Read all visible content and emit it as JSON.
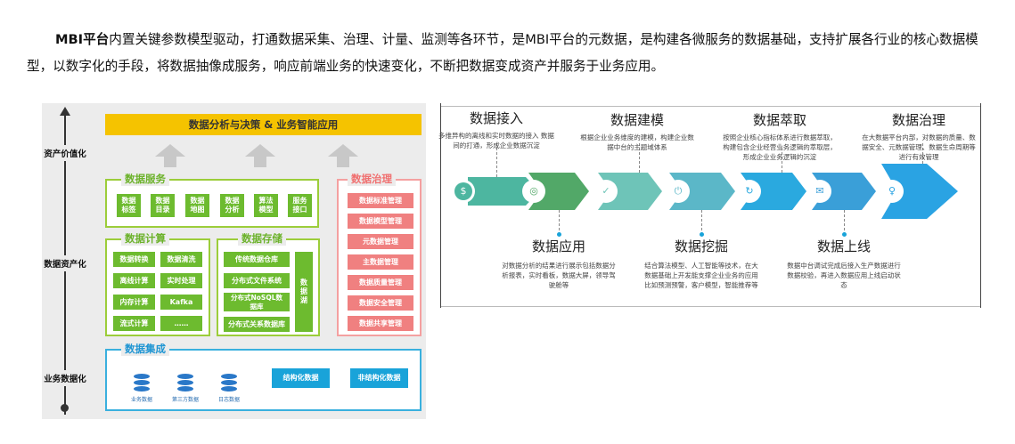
{
  "intro": {
    "bold": "MBI平台",
    "text": "内置关键参数模型驱动，打通数据采集、治理、计量、监测等各环节，是MBI平台的元数据，是构建各微服务的数据基础，支持扩展各行业的核心数据模型，以数字化的手段，将数据抽像成服务，响应前端业务的快速变化，不断把数据变成资产并服务于业务应用。"
  },
  "left": {
    "axis": [
      "资产价值化",
      "数据资产化",
      "业务数据化"
    ],
    "top_bar": "数据分析与决策 & 业务智能应用",
    "services": {
      "title": "数据服务",
      "items": [
        "数据\n标签",
        "数据\n目录",
        "数据\n地图",
        "数据\n分析",
        "算法\n模型",
        "服务\n接口"
      ]
    },
    "compute": {
      "title": "数据计算",
      "items": [
        "数据转换",
        "数据清洗",
        "离线计算",
        "实时处理",
        "内存计算",
        "Kafka",
        "流式计算",
        "……"
      ]
    },
    "storage": {
      "title": "数据存储",
      "items": [
        "传统数据仓库",
        "分布式文件系统",
        "分布式NoSQL数\n据库",
        "分布式关系数据库"
      ],
      "lake": "数\n据\n湖"
    },
    "governance": {
      "title": "数据治理",
      "items": [
        "数据标准管理",
        "数据模型管理",
        "元数据管理",
        "主数据管理",
        "数据质量管理",
        "数据安全管理",
        "数据共享管理"
      ]
    },
    "integration": {
      "title": "数据集成",
      "sources": [
        "业务数据",
        "第三方数据",
        "日志数据"
      ],
      "types": [
        "结构化数据",
        "非结构化数据"
      ]
    }
  },
  "right": {
    "colors": [
      "#4db6a0",
      "#52a868",
      "#6ec4b8",
      "#5bb7c8",
      "#2aa9df",
      "#3a9fd8",
      "#2aa3e3"
    ],
    "icons": [
      "dollar-icon",
      "target-icon",
      "check-icon",
      "power-icon",
      "refresh-icon",
      "mail-icon",
      "person-icon"
    ],
    "top_steps": [
      {
        "title": "数据接入",
        "desc": "多维异构的离线和实时数据的接入 数据间的打通，形成企业数据沉淀"
      },
      {
        "title": "数据建模",
        "desc": "根据企业业务维度的建模，构建企业数据中台的主题域体系"
      },
      {
        "title": "数据萃取",
        "desc": "按照企业核心指标体系进行数据萃取，构建包含企业经营业务逻辑的萃取层，形成企业业务逻辑的沉淀"
      },
      {
        "title": "数据治理",
        "desc": "在大数据平台内部，对数据的质量、数据安全、元数据管理、数据生命周期等进行有效管理"
      }
    ],
    "bottom_steps": [
      {
        "title": "数据应用",
        "desc": "对数据分析的结果进行展示包括数据分析报表，实时看板，数据大屏，领导驾驶舱等"
      },
      {
        "title": "数据挖掘",
        "desc": "结合算法模型、人工智能等技术，在大数据基础上开发能支撑企业业务的应用比如预测预警，客户模型，智能推荐等"
      },
      {
        "title": "数据上线",
        "desc": "数据中台调试完成后接入生产数据进行数据校验，再进入数据应用上线启动状态"
      }
    ]
  }
}
